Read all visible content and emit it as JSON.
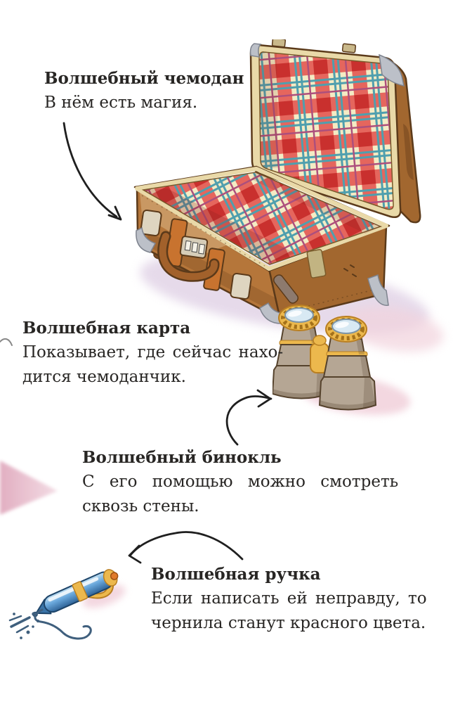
{
  "items": [
    {
      "title": "Волшебный чемодан",
      "lines": [
        "В нём есть магия."
      ]
    },
    {
      "title": "Волшебная карта",
      "lines": [
        "Показывает, где сейчас нахо-",
        "дится чемоданчик."
      ]
    },
    {
      "title": "Волшебный бинокль",
      "lines": [
        "С его помощью можно смотреть",
        "сквозь стены."
      ]
    },
    {
      "title": "Волшебная ручка",
      "lines": [
        "Если написать ей неправду, то",
        "чернила станут красного цвета."
      ]
    }
  ],
  "figures": {
    "suitcase": "open-suitcase",
    "binoculars": "binoculars",
    "pen": "fountain-pen",
    "map_corner": "map-corner"
  },
  "palette": {
    "text": "#282624",
    "leather": "#b5763a",
    "leather_dark": "#a2672f",
    "leather_deep": "#5b3a1a",
    "trim_cream": "#e9d9a8",
    "plaid_bg": "#f4ebc4",
    "plaid_red": "#e2534e",
    "plaid_red_dark": "#c9302e",
    "plaid_teal": "#4f9fae",
    "plaid_purple": "#ad4f7c",
    "metal": "#bcc0c8",
    "metal_dark": "#7e838e",
    "gold": "#ecb84d",
    "gold_dark": "#b97f22",
    "binocular_body": "#b5a694",
    "lens": "#d8e9f3",
    "pen_blue": "#6aa8dc",
    "pen_blue_dark": "#2e6296",
    "ink": "#3f5f7d",
    "shadow_lavender": "#e2d4e7",
    "shadow_pink": "#f2d3dd",
    "map_pink": "#dfa6bb",
    "arrow": "#1f1f1f"
  }
}
